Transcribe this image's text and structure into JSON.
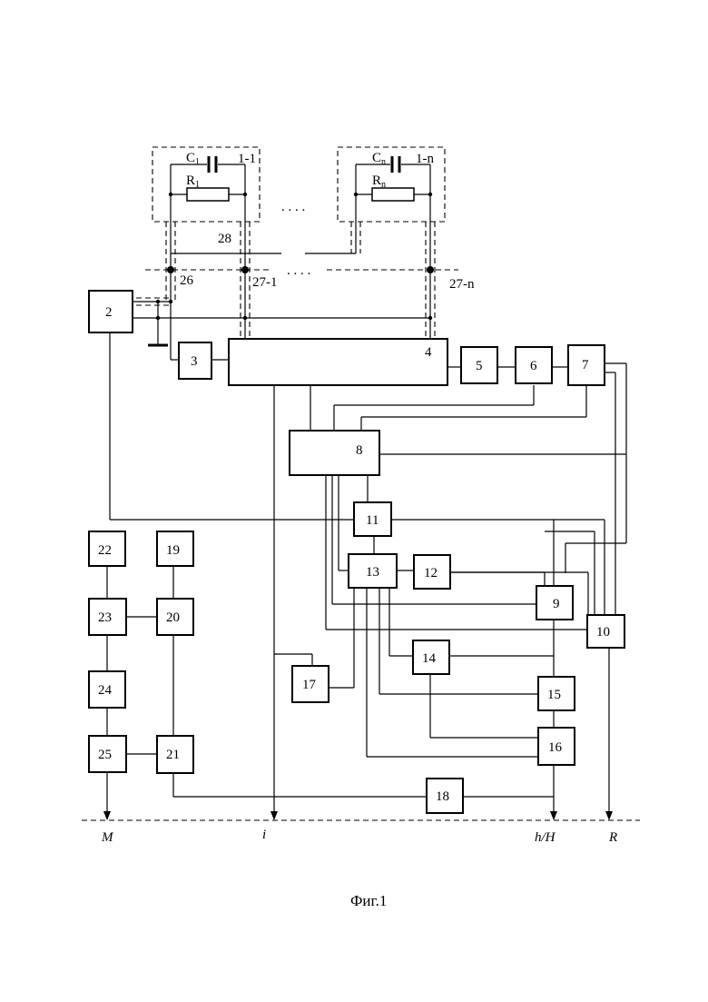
{
  "blocks": {
    "b2": "2",
    "b3": "3",
    "b4": "4",
    "b5": "5",
    "b6": "6",
    "b7": "7",
    "b8": "8",
    "b9": "9",
    "b10": "10",
    "b11": "11",
    "b12": "12",
    "b13": "13",
    "b14": "14",
    "b15": "15",
    "b16": "16",
    "b17": "17",
    "b18": "18",
    "b19": "19",
    "b20": "20",
    "b21": "21",
    "b22": "22",
    "b23": "23",
    "b24": "24",
    "b25": "25"
  },
  "sensors": {
    "s1_id": "1-1",
    "s1_c": "C",
    "s1_c_sub": "1",
    "s1_r": "R",
    "s1_r_sub": "1",
    "sn_id": "1-n",
    "sn_c": "C",
    "sn_c_sub": "n",
    "sn_r": "R",
    "sn_r_sub": "n"
  },
  "nodes": {
    "n26": "26",
    "n27_1": "27-1",
    "n27_n": "27-n",
    "n28": "28",
    "ellipsis_top": ". . . .",
    "ellipsis_mid": ". . . ."
  },
  "outputs": {
    "m": "M",
    "i": "i",
    "h": "h/H",
    "r": "R"
  },
  "caption": "Фиг.1"
}
